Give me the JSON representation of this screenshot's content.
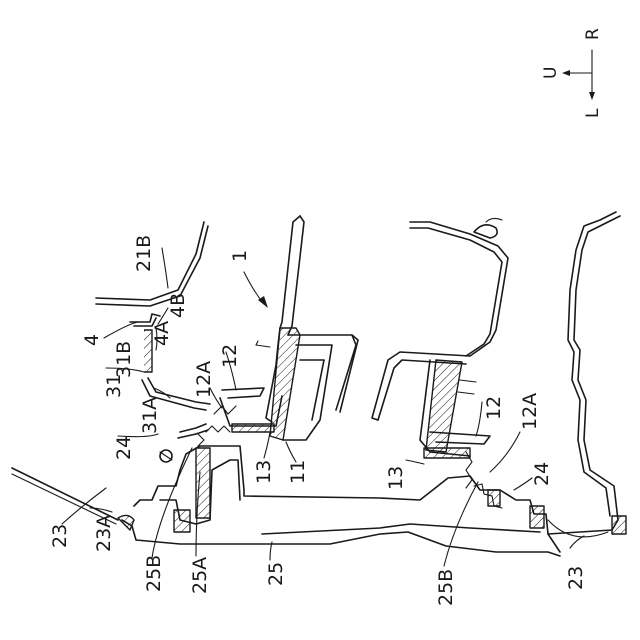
{
  "direction_indicator": {
    "up": "U",
    "left": "L",
    "right": "R"
  },
  "labels": {
    "l1": "1",
    "l4": "4",
    "l4A": "4A",
    "l4B": "4B",
    "l11": "11",
    "l12_left": "12",
    "l12_right": "12",
    "l12A_left": "12A",
    "l12A_right": "12A",
    "l13_left": "13",
    "l13_right": "13",
    "l21B": "21B",
    "l23_left": "23",
    "l23_right": "23",
    "l23A": "23A",
    "l24_left": "24",
    "l24_right": "24",
    "l25": "25",
    "l25A": "25A",
    "l25B_left": "25B",
    "l25B_right": "25B",
    "l31": "31",
    "l31A": "31A",
    "l31B": "31B"
  }
}
